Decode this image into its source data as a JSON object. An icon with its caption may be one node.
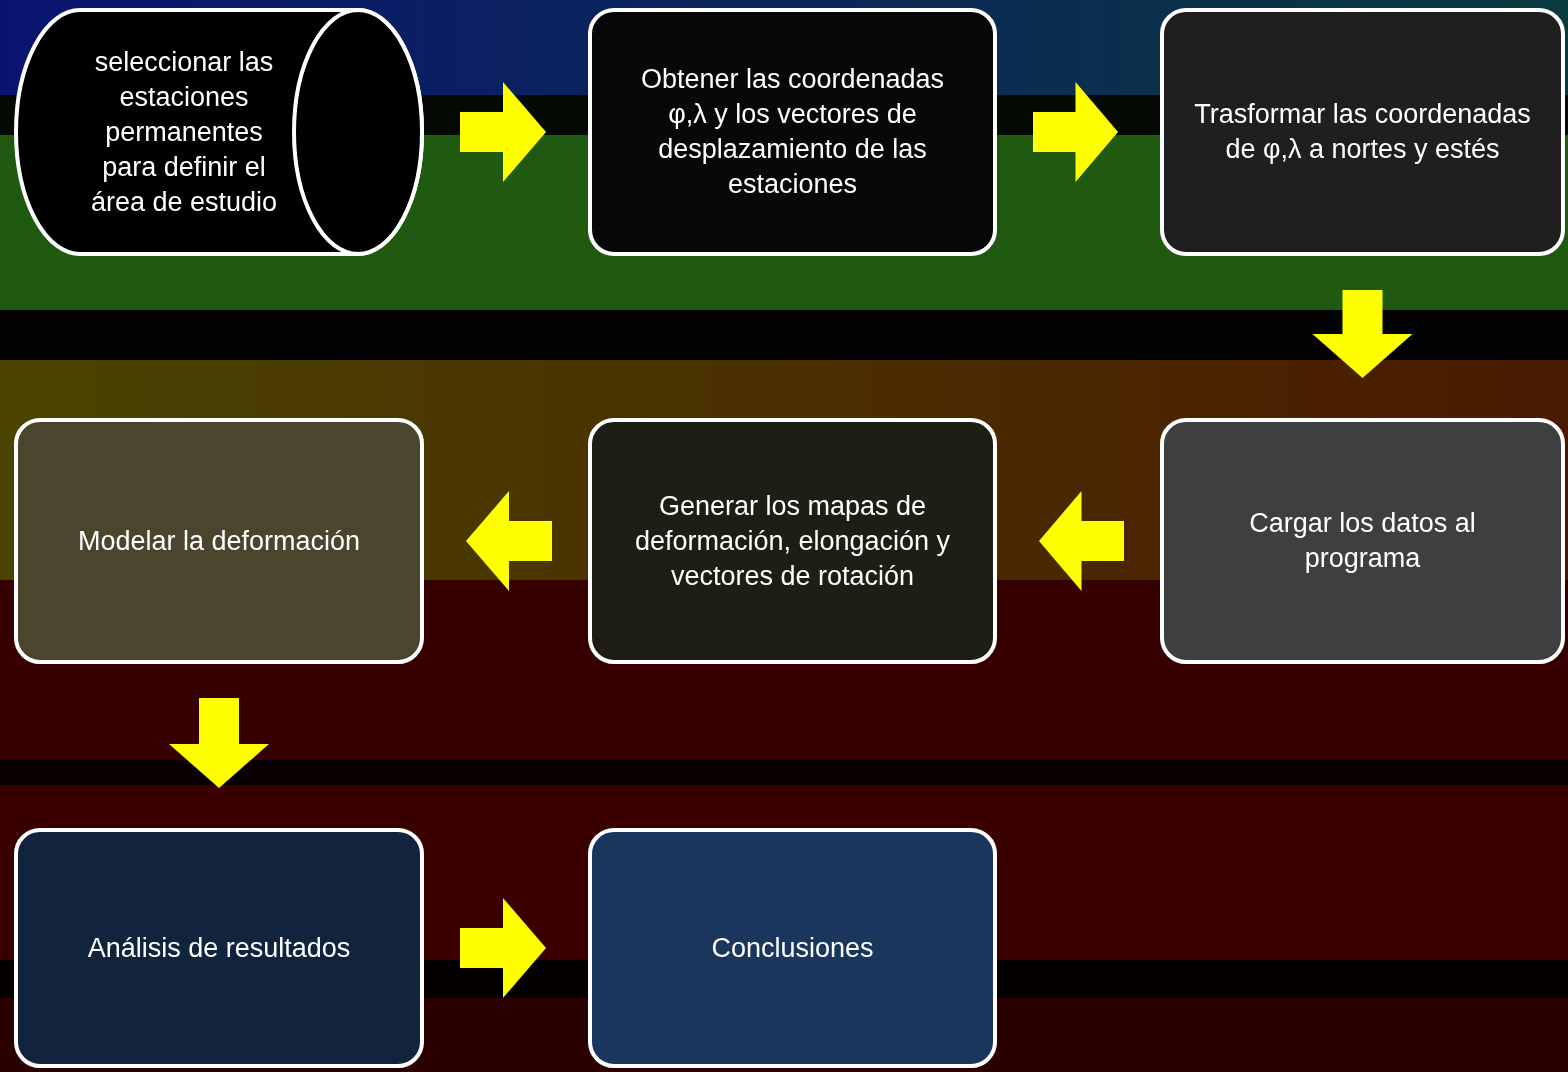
{
  "diagram": {
    "nodes": [
      {
        "text": [
          "seleccionar las estaciones permanentes para definir el área de estudio"
        ]
      },
      {
        "text": [
          "Obtener las coordenadas φ,λ y los vectores de desplazamiento de las estaciones"
        ]
      },
      {
        "text": [
          "Trasformar las coordenadas de φ,λ  a nortes y estés"
        ]
      },
      {
        "text": [
          "Cargar los datos al programa"
        ]
      },
      {
        "text": [
          "Generar los mapas de deformación, elongación y vectores de rotación"
        ]
      },
      {
        "text": [
          "Modelar la deformación"
        ]
      },
      {
        "text": [
          "Análisis de resultados"
        ]
      },
      {
        "text": [
          "Conclusiones"
        ]
      }
    ],
    "edges": [
      {
        "from": 0,
        "to": 1,
        "arrow": "to",
        "style": "thick",
        "color": "#ffff00"
      },
      {
        "from": 1,
        "to": 2,
        "arrow": "to",
        "style": "thick",
        "color": "#ffff00"
      },
      {
        "from": 2,
        "to": 3,
        "arrow": "to",
        "style": "thick",
        "color": "#ffff00"
      },
      {
        "from": 3,
        "to": 4,
        "arrow": "to",
        "style": "thick",
        "color": "#ffff00"
      },
      {
        "from": 4,
        "to": 5,
        "arrow": "to",
        "style": "thick",
        "color": "#ffff00"
      },
      {
        "from": 5,
        "to": 6,
        "arrow": "to",
        "style": "thick",
        "color": "#ffff00"
      },
      {
        "from": 6,
        "to": 7,
        "arrow": "to",
        "style": "thick",
        "color": "#ffff00"
      }
    ]
  }
}
